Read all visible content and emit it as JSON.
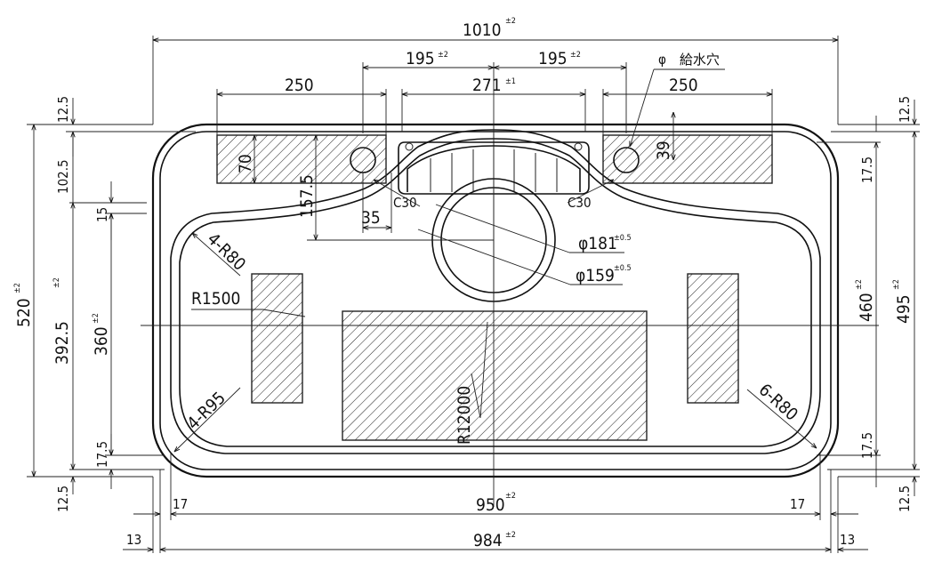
{
  "overall": {
    "width_1010": "1010",
    "width_950": "950",
    "width_984": "984",
    "left_17": "17",
    "right_17": "17",
    "left_13": "13",
    "right_13": "13",
    "tol_2": "±2"
  },
  "top": {
    "left_195": "195",
    "right_195": "195",
    "left_250": "250",
    "right_250": "250",
    "center_271": "271",
    "tol_1": "±1",
    "hole_label": "φ　給水穴"
  },
  "left_dims": {
    "d12_5_top": "12.5",
    "d102_5": "102.5",
    "d15": "15",
    "d520": "520",
    "d392_5": "392.5",
    "d360": "360",
    "d17_5": "17.5",
    "d12_5_bottom": "12.5"
  },
  "right_dims": {
    "d12_5_top": "12.5",
    "d17_5_top": "17.5",
    "d460": "460",
    "d495": "495",
    "d17_5_bottom": "17.5",
    "d12_5_bottom": "12.5"
  },
  "interior": {
    "d70": "70",
    "d157_5": "157.5",
    "d35": "35",
    "d39": "39",
    "c30_left": "C30",
    "c30_right": "C30",
    "phi181": "φ181",
    "phi159": "φ159",
    "tol_05": "±0.5",
    "r4_80": "4-R80",
    "r1500": "R1500",
    "r4_95": "4-R95",
    "r6_80": "6-R80",
    "r12000": "R12000"
  }
}
